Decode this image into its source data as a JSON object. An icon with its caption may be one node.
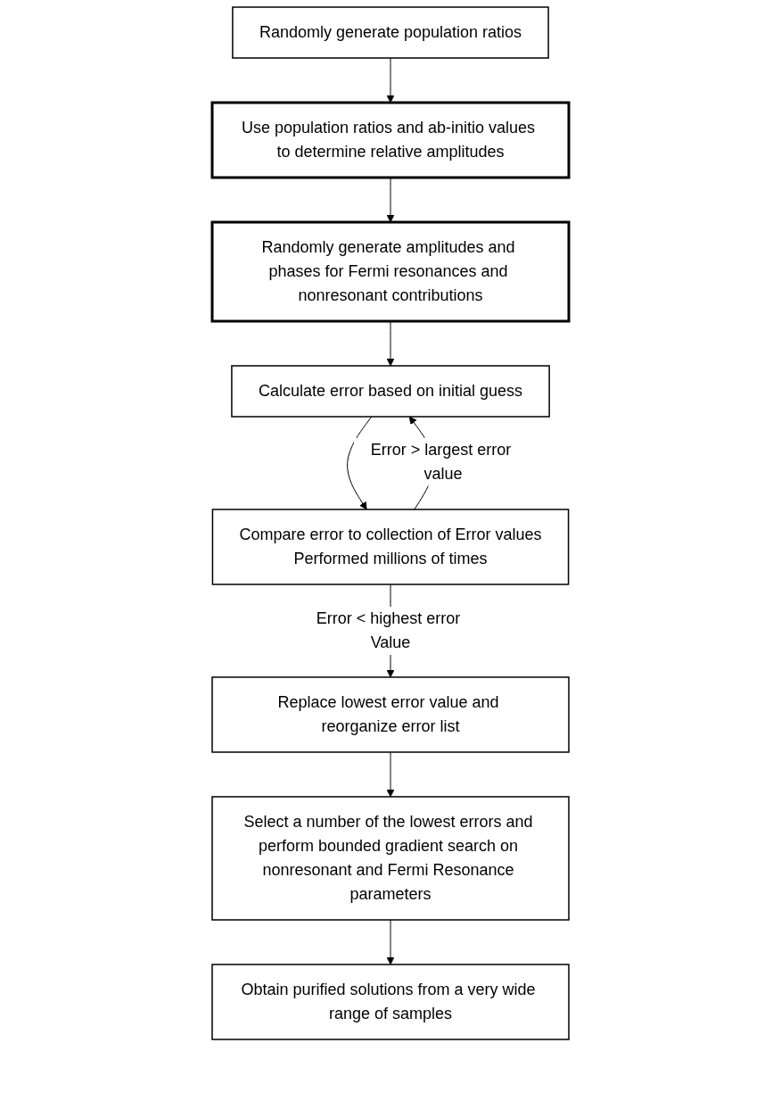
{
  "diagram": {
    "nodes": [
      {
        "text": [
          "Randomly generate population ratios"
        ]
      },
      {
        "text": [
          "Use population ratios and ab-initio values to determine relative amplitudes"
        ]
      },
      {
        "text": [
          "Randomly generate amplitudes and phases for Fermi resonances and nonresonant contributions"
        ]
      },
      {
        "text": [
          "Calculate error based on initial guess"
        ]
      },
      {
        "text": [
          "Compare error to collection of Error values",
          "Performed millions of times"
        ]
      },
      {
        "text": [
          "Replace lowest error value and reorganize error list"
        ]
      },
      {
        "text": [
          "Select a number of the lowest errors and perform bounded gradient search on nonresonant and Fermi Resonance parameters"
        ]
      },
      {
        "text": [
          "Obtain purified solutions from a very wide range of samples"
        ]
      }
    ],
    "edges": [
      {
        "from": 0,
        "to": 1,
        "arrow": "to"
      },
      {
        "from": 1,
        "to": 2,
        "arrow": "to"
      },
      {
        "from": 2,
        "to": 3,
        "arrow": "to"
      },
      {
        "from": 3,
        "to": 4,
        "arrow": "to"
      },
      {
        "from": 4,
        "to": 3,
        "arrow": "to",
        "label": "Error > largest error value"
      },
      {
        "from": 4,
        "to": 5,
        "arrow": "to",
        "label": "Error < highest error Value"
      },
      {
        "from": 5,
        "to": 6,
        "arrow": "to"
      },
      {
        "from": 6,
        "to": 7,
        "arrow": "to"
      }
    ]
  }
}
